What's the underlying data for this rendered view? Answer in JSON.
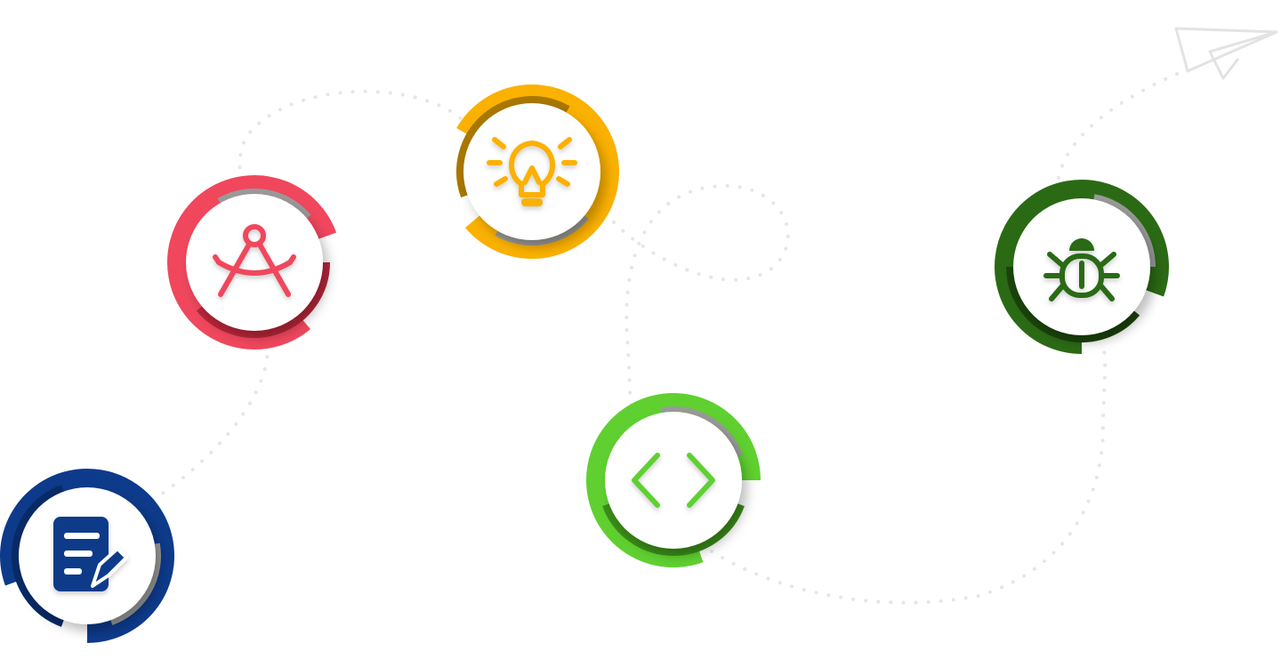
{
  "colors": {
    "plan": "#1a3f8f",
    "design": "#f0475d",
    "idea": "#fbb100",
    "develop": "#5fd030",
    "test": "#2b6a14",
    "path": "#e6e6e6"
  },
  "steps": [
    {
      "key": "plan",
      "icon": "document-edit-icon",
      "color": "#0d3a8a",
      "dark": "#082a66"
    },
    {
      "key": "design",
      "icon": "compass-icon",
      "color": "#f0475d",
      "dark": "#b8263a"
    },
    {
      "key": "idea",
      "icon": "lightbulb-icon",
      "color": "#fbb100",
      "dark": "#a87700"
    },
    {
      "key": "develop",
      "icon": "code-icon",
      "color": "#5fd030",
      "dark": "#3b8d19"
    },
    {
      "key": "test",
      "icon": "bug-icon",
      "color": "#2b6a14",
      "dark": "#1a440b"
    }
  ],
  "decoration": {
    "icon": "paper-plane-icon"
  }
}
